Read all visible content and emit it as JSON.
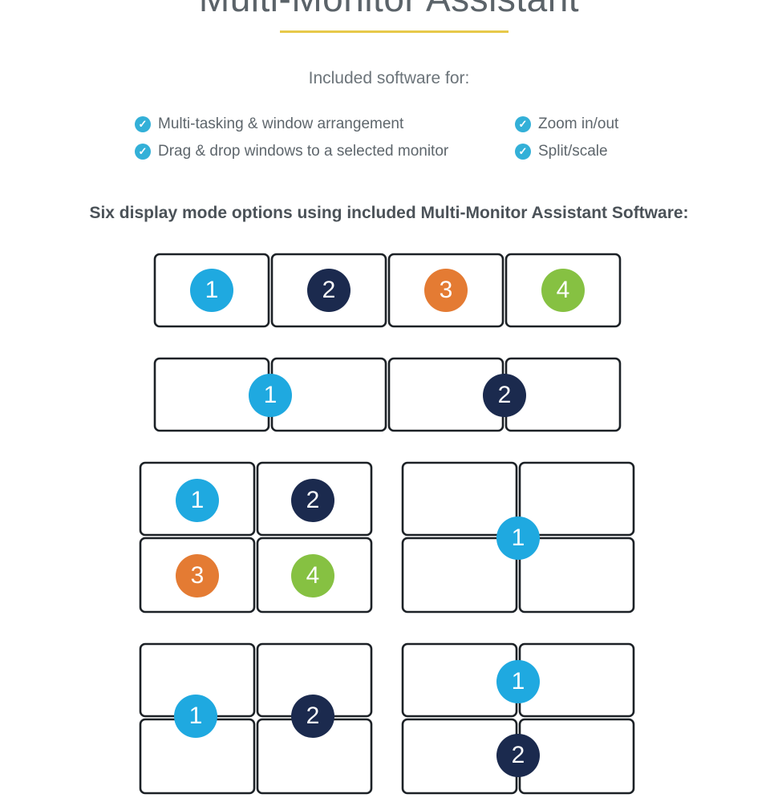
{
  "header": {
    "title": "Multi-Monitor Assistant",
    "intro": "Included software for:"
  },
  "features": {
    "left": [
      "Multi-tasking & window arrangement",
      "Drag & drop windows to a selected monitor"
    ],
    "right": [
      "Zoom in/out",
      "Split/scale"
    ]
  },
  "modes_heading": "Six display mode options using included Multi-Monitor Assistant Software:",
  "colors": {
    "title_underline": "#e7c94a",
    "check_icon": "#33b0d8",
    "badge_light_blue": "#1fa9e0",
    "badge_navy": "#1b2a4e",
    "badge_orange": "#e47b33",
    "badge_green": "#86c142",
    "monitor_outline": "#1c2126"
  },
  "modes": [
    {
      "name": "four-across",
      "badges": [
        {
          "label": "1",
          "color": "#1fa9e0"
        },
        {
          "label": "2",
          "color": "#1b2a4e"
        },
        {
          "label": "3",
          "color": "#e47b33"
        },
        {
          "label": "4",
          "color": "#86c142"
        }
      ]
    },
    {
      "name": "two-across-pairs",
      "badges": [
        {
          "label": "1",
          "color": "#1fa9e0"
        },
        {
          "label": "2",
          "color": "#1b2a4e"
        }
      ]
    },
    {
      "name": "grid-four-independent",
      "badges": [
        {
          "label": "1",
          "color": "#1fa9e0"
        },
        {
          "label": "2",
          "color": "#1b2a4e"
        },
        {
          "label": "3",
          "color": "#e47b33"
        },
        {
          "label": "4",
          "color": "#86c142"
        }
      ]
    },
    {
      "name": "grid-one-span",
      "badges": [
        {
          "label": "1",
          "color": "#1fa9e0"
        }
      ]
    },
    {
      "name": "grid-two-columns",
      "badges": [
        {
          "label": "1",
          "color": "#1fa9e0"
        },
        {
          "label": "2",
          "color": "#1b2a4e"
        }
      ]
    },
    {
      "name": "grid-two-rows",
      "badges": [
        {
          "label": "1",
          "color": "#1fa9e0"
        },
        {
          "label": "2",
          "color": "#1b2a4e"
        }
      ]
    }
  ]
}
